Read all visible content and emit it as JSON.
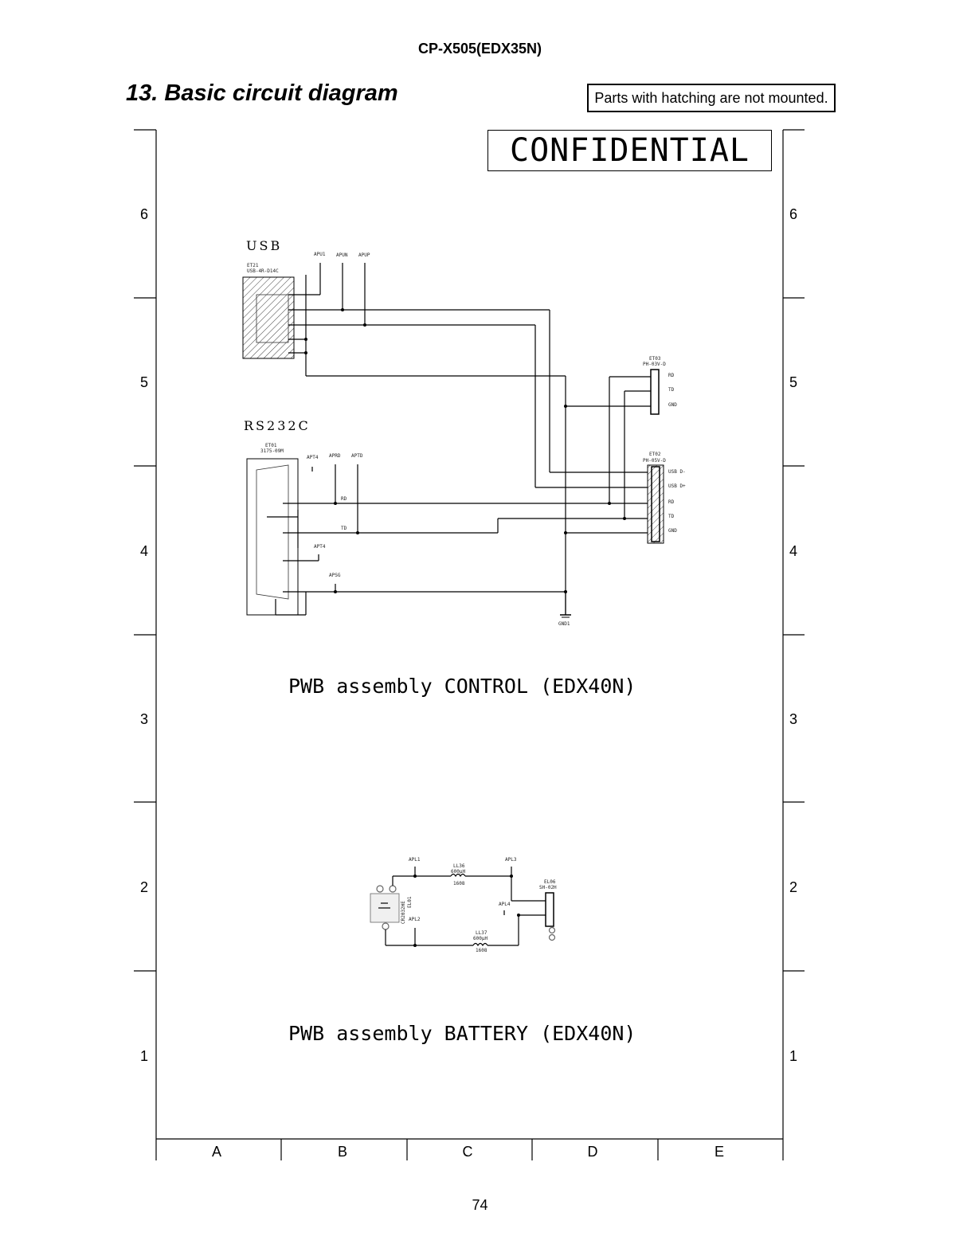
{
  "header": {
    "model": "CP-X505(EDX35N)"
  },
  "section": {
    "title": "13. Basic circuit diagram"
  },
  "note": "Parts with hatching are not mounted.",
  "stamp": "CONFIDENTIAL",
  "grid": {
    "rows": [
      "6",
      "5",
      "4",
      "3",
      "2",
      "1"
    ],
    "columns": [
      "A",
      "B",
      "C",
      "D",
      "E"
    ]
  },
  "control": {
    "title": "PWB assembly CONTROL (EDX40N)",
    "usb": {
      "heading": "USB",
      "connector_ref": "ET21",
      "connector_part": "USB-4R-D14C",
      "test_points": [
        "APU1",
        "APUN",
        "APUP"
      ]
    },
    "rs232c": {
      "heading": "RS232C",
      "connector_ref": "ET01",
      "connector_part": "3175-09M",
      "test_points": [
        "APT4",
        "APRD",
        "APTD",
        "APT4",
        "APSG"
      ],
      "net_labels": [
        "RD",
        "TD"
      ]
    },
    "et03": {
      "ref": "ET03",
      "part": "PH-03V-D",
      "pins": [
        "RD",
        "TD",
        "GND"
      ]
    },
    "et02": {
      "ref": "ET02",
      "part": "PH-05V-D",
      "pins": [
        "USB D-",
        "USB D+",
        "RD",
        "TD",
        "GND"
      ]
    },
    "ground_label": "GND1"
  },
  "battery": {
    "title": "PWB assembly BATTERY (EDX40N)",
    "test_points": [
      "APL1",
      "APL3",
      "APL2",
      "APL4"
    ],
    "inductors": [
      {
        "ref": "LL36",
        "value": "600μH",
        "size": "1608"
      },
      {
        "ref": "LL37",
        "value": "600μH",
        "size": "1608"
      }
    ],
    "cell": {
      "ref": "EL01",
      "part": "CR2032HE"
    },
    "connector": {
      "ref": "EL06",
      "part": "SH-02H"
    }
  },
  "page_number": "74"
}
